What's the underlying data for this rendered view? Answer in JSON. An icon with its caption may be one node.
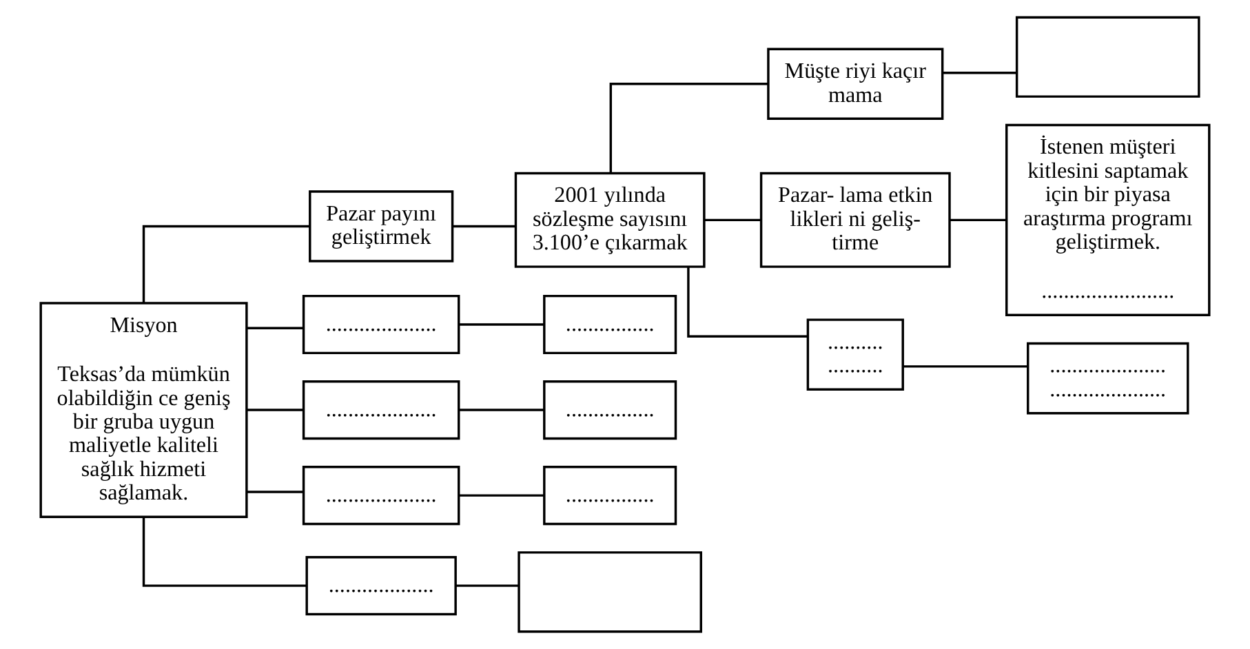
{
  "diagram": {
    "nodes": [
      {
        "text": [
          "Misyon",
          "Teksas’da mümkün olabildiğin ce geniş bir gruba uygun maliyetle kaliteli sağlık hizmeti sağlamak."
        ]
      },
      {
        "text": [
          "Pazar payını geliştirmek"
        ]
      },
      {
        "text": [
          "...................."
        ]
      },
      {
        "text": [
          "...................."
        ]
      },
      {
        "text": [
          "...................."
        ]
      },
      {
        "text": [
          "..................."
        ]
      },
      {
        "text": [
          "2001 yılında sözleşme sayısını 3.100’e çıkarmak"
        ]
      },
      {
        "text": [
          "................"
        ]
      },
      {
        "text": [
          "................"
        ]
      },
      {
        "text": [
          "................"
        ]
      },
      {
        "text": [],
        "shape": "box"
      },
      {
        "text": [
          "Müşte riyi kaçır mama"
        ]
      },
      {
        "text": [
          "Pazar- lama etkin likleri ni geliş- tirme"
        ]
      },
      {
        "text": [
          ".......... .........."
        ]
      },
      {
        "text": [],
        "shape": "box"
      },
      {
        "text": [
          "İstenen müşteri kitlesini saptamak için bir piyasa araştırma programı geliştirmek.",
          "........................"
        ]
      },
      {
        "text": [
          "..................... ....................."
        ]
      }
    ],
    "edges": [
      {
        "from": 0,
        "to": 1,
        "arrow": "none"
      },
      {
        "from": 0,
        "to": 2,
        "arrow": "none"
      },
      {
        "from": 0,
        "to": 3,
        "arrow": "none"
      },
      {
        "from": 0,
        "to": 4,
        "arrow": "none"
      },
      {
        "from": 0,
        "to": 5,
        "arrow": "none"
      },
      {
        "from": 1,
        "to": 6,
        "arrow": "none"
      },
      {
        "from": 2,
        "to": 7,
        "arrow": "none"
      },
      {
        "from": 3,
        "to": 8,
        "arrow": "none"
      },
      {
        "from": 4,
        "to": 9,
        "arrow": "none"
      },
      {
        "from": 5,
        "to": 10,
        "arrow": "none"
      },
      {
        "from": 6,
        "to": 11,
        "arrow": "none"
      },
      {
        "from": 6,
        "to": 12,
        "arrow": "none"
      },
      {
        "from": 6,
        "to": 13,
        "arrow": "none"
      },
      {
        "from": 11,
        "to": 14,
        "arrow": "none"
      },
      {
        "from": 12,
        "to": 15,
        "arrow": "none"
      },
      {
        "from": 13,
        "to": 16,
        "arrow": "none"
      }
    ]
  }
}
